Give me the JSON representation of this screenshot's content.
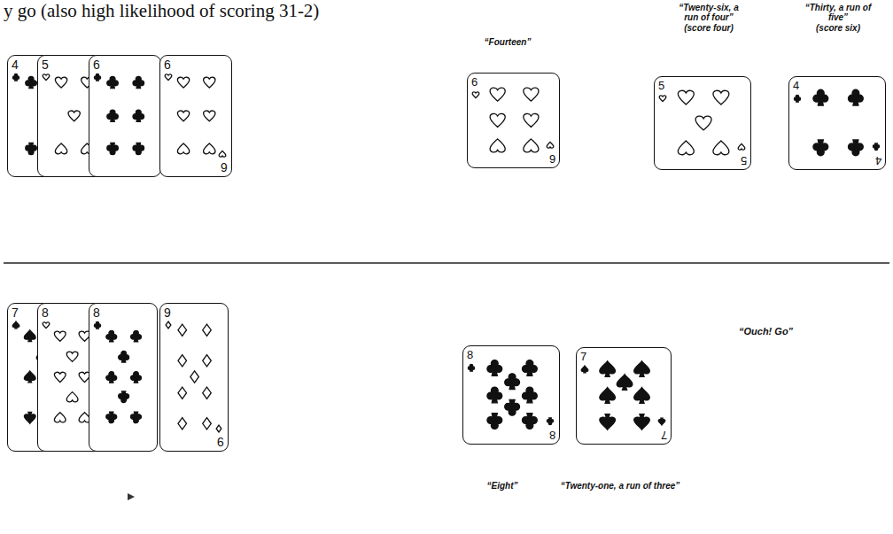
{
  "diagram": {
    "nodes": [
      {
        "text": [
          "4"
        ]
      },
      {
        "text": [
          "5"
        ]
      },
      {
        "text": [
          "6"
        ]
      },
      {
        "text": [
          "6",
          "6"
        ]
      },
      {
        "text": [
          "6",
          "6"
        ]
      },
      {
        "text": [
          "5",
          "5"
        ]
      },
      {
        "text": [
          "4",
          "4"
        ]
      },
      {
        "text": [
          "7"
        ]
      },
      {
        "text": [
          "8"
        ]
      },
      {
        "text": [
          "8"
        ]
      },
      {
        "text": [
          "9",
          "9"
        ]
      },
      {
        "text": [
          "8",
          "8"
        ]
      },
      {
        "text": [
          "7",
          "7"
        ]
      }
    ],
    "labels": [
      "y go (also high likelihood of scoring 31-2)",
      "“Fourteen”",
      "“Twenty-six, a run of four”",
      "(score four)",
      "“Thirty, a run of five”",
      "(score six)",
      "“Ouch! Go”",
      "“Eight”",
      "“Twenty-one, a run of three”"
    ]
  }
}
